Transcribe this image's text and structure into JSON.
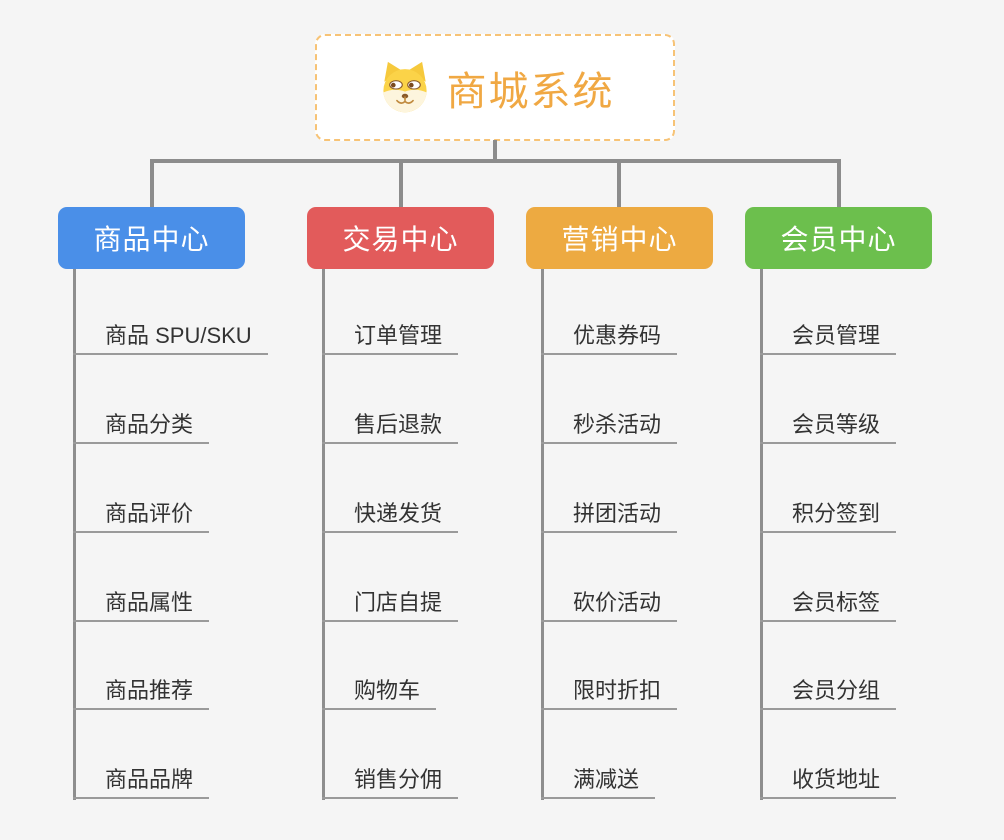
{
  "root": {
    "title": "商城系统",
    "icon": "shiba-dog-icon",
    "title_color": "#f0a843",
    "border_color": "#f7c376"
  },
  "connector_color": "#8c8c8c",
  "background_color": "#f5f5f5",
  "leaf_text_color": "#333333",
  "branches": [
    {
      "label": "商品中心",
      "color": "#4a8fe8",
      "items": [
        "商品 SPU/SKU",
        "商品分类",
        "商品评价",
        "商品属性",
        "商品推荐",
        "商品品牌"
      ]
    },
    {
      "label": "交易中心",
      "color": "#e25b5b",
      "items": [
        "订单管理",
        "售后退款",
        "快递发货",
        "门店自提",
        "购物车",
        "销售分佣"
      ]
    },
    {
      "label": "营销中心",
      "color": "#edaa41",
      "items": [
        "优惠券码",
        "秒杀活动",
        "拼团活动",
        "砍价活动",
        "限时折扣",
        "满减送"
      ]
    },
    {
      "label": "会员中心",
      "color": "#6cbf4d",
      "items": [
        "会员管理",
        "会员等级",
        "积分签到",
        "会员标签",
        "会员分组",
        "收货地址"
      ]
    }
  ]
}
